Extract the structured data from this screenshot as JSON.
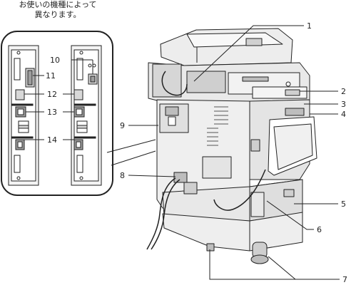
{
  "note": {
    "line1": "お使いの機種によって",
    "line2": "異なります。"
  },
  "callouts": {
    "c1": "1",
    "c2": "2",
    "c3": "3",
    "c4": "4",
    "c5": "5",
    "c6": "6",
    "c7": "7",
    "c8": "8",
    "c9": "9",
    "c10": "10",
    "c11": "11",
    "c12": "12",
    "c13": "13",
    "c14": "14"
  },
  "colors": {
    "line": "#222222",
    "panel_fill": "#f2f2f2",
    "body_fill": "#e6e6e6",
    "dark_fill": "#bdbdbd"
  }
}
